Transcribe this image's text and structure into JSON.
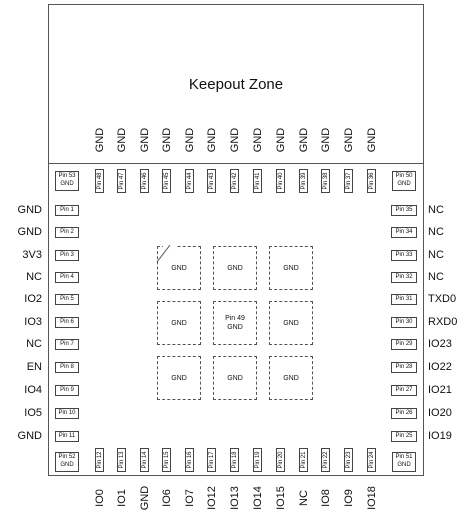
{
  "keepout_zone": {
    "title": "Keepout Zone"
  },
  "top_row": {
    "pins": [
      "Pin 48",
      "Pin 47",
      "Pin 46",
      "Pin 45",
      "Pin 44",
      "Pin 43",
      "Pin 42",
      "Pin 41",
      "Pin 40",
      "Pin 39",
      "Pin 38",
      "Pin 37",
      "Pin 36"
    ],
    "signals": [
      "GND",
      "GND",
      "GND",
      "GND",
      "GND",
      "GND",
      "GND",
      "GND",
      "GND",
      "GND",
      "GND",
      "GND",
      "GND"
    ]
  },
  "bottom_row": {
    "pins": [
      "Pin 12",
      "Pin 13",
      "Pin 14",
      "Pin 15",
      "Pin 16",
      "Pin 17",
      "Pin 18",
      "Pin 19",
      "Pin 20",
      "Pin 21",
      "Pin 22",
      "Pin 23",
      "Pin 24"
    ],
    "signals": [
      "IO0",
      "IO1",
      "GND",
      "IO6",
      "IO7",
      "IO12",
      "IO13",
      "IO14",
      "IO15",
      "NC",
      "IO8",
      "IO9",
      "IO18"
    ]
  },
  "left_column": {
    "pins": [
      "Pin 1",
      "Pin 2",
      "Pin 3",
      "Pin 4",
      "Pin 5",
      "Pin 6",
      "Pin 7",
      "Pin 8",
      "Pin 9",
      "Pin 10",
      "Pin 11"
    ],
    "signals": [
      "GND",
      "GND",
      "3V3",
      "NC",
      "IO2",
      "IO3",
      "NC",
      "EN",
      "IO4",
      "IO5",
      "GND"
    ]
  },
  "right_column": {
    "pins": [
      "Pin 35",
      "Pin 34",
      "Pin 33",
      "Pin 32",
      "Pin 31",
      "Pin 30",
      "Pin 29",
      "Pin 28",
      "Pin 27",
      "Pin 26",
      "Pin 25"
    ],
    "signals": [
      "NC",
      "NC",
      "NC",
      "NC",
      "TXD0",
      "RXD0",
      "IO23",
      "IO22",
      "IO21",
      "IO20",
      "IO19"
    ]
  },
  "corner_pins": {
    "top_left": {
      "pin": "Pin 53",
      "signal": "GND"
    },
    "top_right": {
      "pin": "Pin 50",
      "signal": "GND"
    },
    "bottom_left": {
      "pin": "Pin 52",
      "signal": "GND"
    },
    "bottom_right": {
      "pin": "Pin 51",
      "signal": "GND"
    }
  },
  "center_pads": [
    {
      "label": "GND"
    },
    {
      "label": "GND"
    },
    {
      "label": "GND"
    },
    {
      "label": "GND"
    },
    {
      "pin": "Pin 49",
      "label": "GND"
    },
    {
      "label": "GND"
    },
    {
      "label": "GND"
    },
    {
      "label": "GND"
    },
    {
      "label": "GND"
    }
  ]
}
